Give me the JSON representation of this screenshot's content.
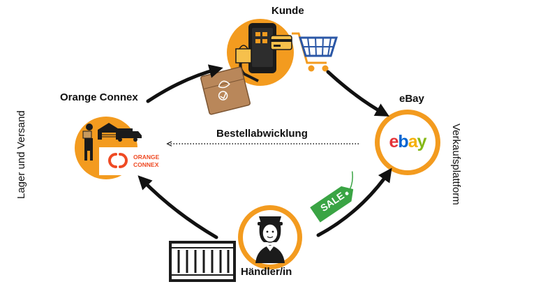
{
  "nodes": {
    "customer": {
      "label": "Kunde"
    },
    "ebay": {
      "label": "eBay",
      "side_label": "Verkaufsplattform",
      "logo_text": "ebay"
    },
    "orange_connex": {
      "label": "Orange Connex",
      "side_label": "Lager und Versand",
      "logo_line1": "ORANGE",
      "logo_line2": "CONNEX"
    },
    "seller": {
      "label": "Händler/in"
    }
  },
  "center_flow": {
    "label": "Bestellabwicklung"
  },
  "sale_tag": {
    "text": "SALE"
  },
  "colors": {
    "accent_orange": "#f39b1f",
    "arrow": "#111111",
    "sale_green": "#3aa444",
    "cart_blue": "#2b57a6",
    "ebay_red": "#e53238",
    "ebay_blue": "#0064d2",
    "ebay_yellow": "#f5af02",
    "ebay_green": "#86b817"
  }
}
